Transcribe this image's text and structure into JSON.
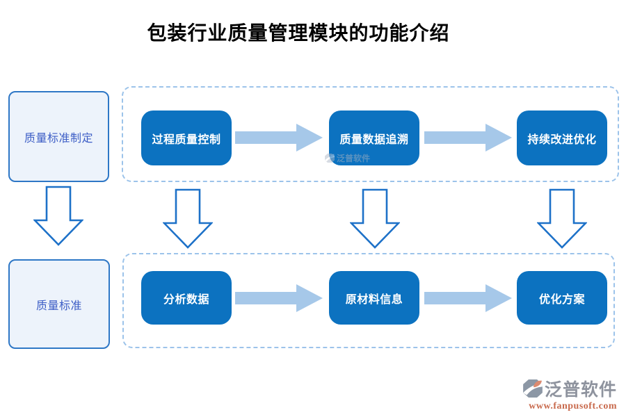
{
  "title": "包装行业质量管理模块的功能介绍",
  "left_flow": {
    "top_box": "质量标准制定",
    "bottom_box": "质量标准"
  },
  "top_row": {
    "steps": [
      {
        "label": "过程质量控制"
      },
      {
        "label": "质量数据追溯"
      },
      {
        "label": "持续改进优化"
      }
    ]
  },
  "bottom_row": {
    "steps": [
      {
        "label": "分析数据"
      },
      {
        "label": "原材料信息"
      },
      {
        "label": "优化方案"
      }
    ]
  },
  "watermark": {
    "text": "泛普软件"
  },
  "footer": {
    "brand": "泛普软件",
    "url": "www.fanpusoft.com"
  },
  "colors": {
    "button_blue": "#0c72c0",
    "solid_arrow": "#a6c8e9",
    "outline_arrow": "#1d71c8",
    "dashed_border": "#9cc3ea",
    "panel_fill": "#edf3fb",
    "panel_border": "#2e77c6",
    "panel_text": "#3d5ec6",
    "brand_gray": "#8e939e",
    "url_orange": "#c86a4d"
  }
}
